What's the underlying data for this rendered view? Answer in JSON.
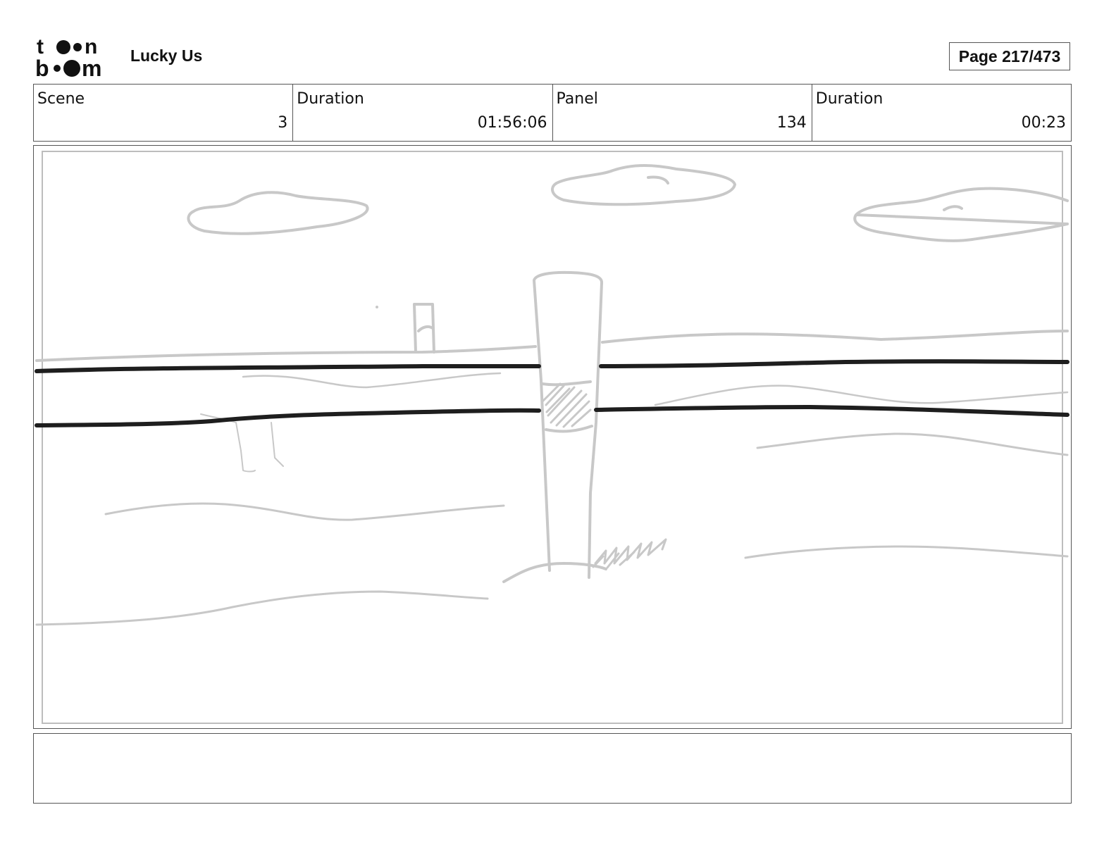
{
  "header": {
    "logo_text": "toon boom",
    "project_title": "Lucky Us",
    "page_label": "Page 217/473"
  },
  "info": {
    "scene_label": "Scene",
    "scene_value": "3",
    "scene_duration_label": "Duration",
    "scene_duration_value": "01:56:06",
    "panel_label": "Panel",
    "panel_value": "134",
    "panel_duration_label": "Duration",
    "panel_duration_value": "00:23"
  },
  "panel": {
    "sketch_line_color": "#c8c8c8",
    "ink_line_color": "#1e1e1e"
  },
  "notes": {
    "text": ""
  }
}
